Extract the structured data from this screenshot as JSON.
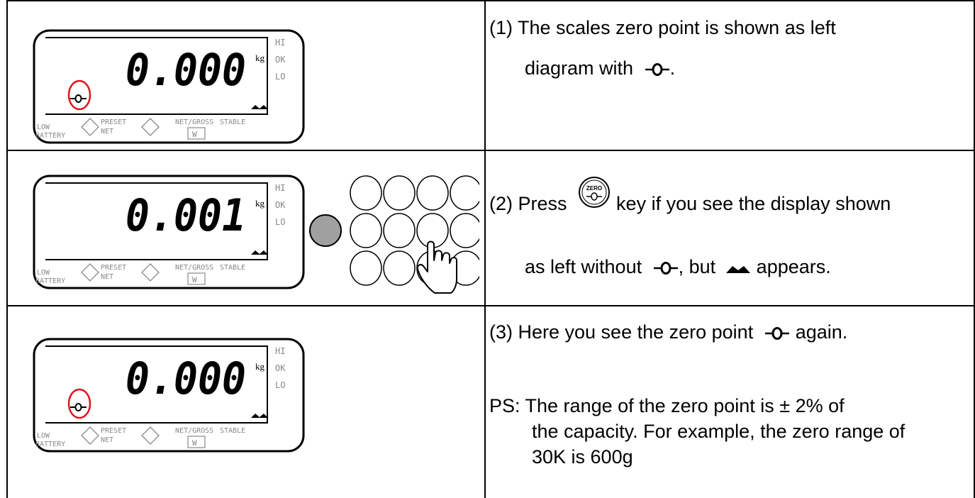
{
  "rows": [
    {
      "display": {
        "reading": "0.000",
        "unit": "kg",
        "side_labels": [
          "HI",
          "OK",
          "LO"
        ],
        "bottom_labels": [
          "LOW",
          "BATTERY",
          "PRESET",
          "NET",
          "NET/GROSS",
          "STABLE"
        ],
        "w_key": "W",
        "zero_highlighted": true
      },
      "text": {
        "line1": "(1) The scales zero point is shown as left",
        "line2_pre": "diagram with",
        "line2_post": "."
      }
    },
    {
      "display": {
        "reading": "0.001",
        "unit": "kg",
        "side_labels": [
          "HI",
          "OK",
          "LO"
        ],
        "bottom_labels": [
          "LOW",
          "BATTERY",
          "PRESET",
          "NET",
          "NET/GROSS",
          "STABLE"
        ],
        "w_key": "W",
        "zero_highlighted": false
      },
      "keypad": {
        "rows": 3,
        "cols": 4,
        "pressed": "row-2-col-3"
      },
      "text": {
        "line1_pre": "(2) Press",
        "zero_key_label": "ZERO",
        "line1_post": "key if you see the display shown",
        "line2_pre": "as left without",
        "line2_mid": ", but",
        "line2_post": "appears."
      }
    },
    {
      "display": {
        "reading": "0.000",
        "unit": "kg",
        "side_labels": [
          "HI",
          "OK",
          "LO"
        ],
        "bottom_labels": [
          "LOW",
          "BATTERY",
          "PRESET",
          "NET",
          "NET/GROSS",
          "STABLE"
        ],
        "w_key": "W",
        "zero_highlighted": true
      },
      "text": {
        "line1_pre": "(3) Here you see the zero point",
        "line1_post": "again.",
        "ps_line1": "PS: The range of the zero point is ± 2% of",
        "ps_line2": "the capacity. For example, the zero range of",
        "ps_line3": "30K is 600g"
      }
    }
  ],
  "icons": {
    "zero_indicator": "zero-point-icon",
    "stable_indicator": "stable-icon",
    "zero_key": "zero-key-icon",
    "hand": "pointing-hand-icon"
  },
  "colors": {
    "highlight_circle": "#e0141e",
    "pressed_key": "#a0a0a0",
    "text": "#000000"
  }
}
